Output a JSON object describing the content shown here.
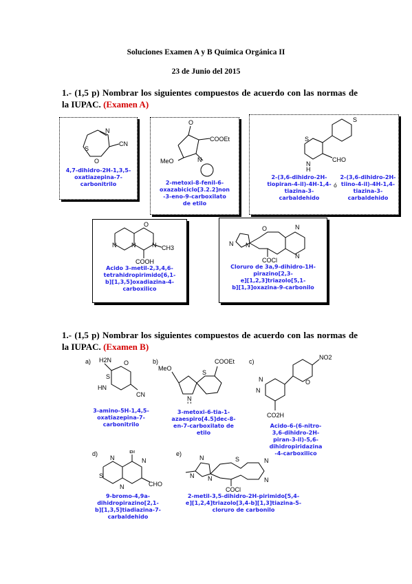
{
  "header": {
    "title": "Soluciones Examen A y B Química Orgánica II",
    "date": "23 de Junio del 2015"
  },
  "question_a": {
    "prefix": "1.- (1,5 p) Nombrar los siguientes compuestos de acuerdo con las normas de la IUPAC.",
    "tag": "(Examen A)"
  },
  "question_b": {
    "prefix": "1.- (1,5 p) Nombrar los siguientes compuestos de acuerdo con las normas de la IUPAC.",
    "tag": "(Examen B)"
  },
  "exam_a": {
    "c1": [
      "4,7-dihidro-2H-1,3,5-",
      "oxatiazepina-7-",
      "carbonitrilo"
    ],
    "c2": [
      "2-metoxi-8-fenil-6-",
      "oxazabiciclo[3.2.2]non",
      "-3-eno-9-carboxilato",
      "de etilo"
    ],
    "c3a": [
      "2-(3,6-dihidro-2H-",
      "tiopiran-4-il)-4H-1,4-",
      "tiazina-3-",
      "carbaldehido"
    ],
    "c3_or": "ó",
    "c3b": [
      "2-(3,6-dihidro-2H-",
      "tiino-4-il)-4H-1,4-",
      "tiazina-3-",
      "carbaldehido"
    ],
    "c4": [
      "Acido 3-metil-2,3,4,6-",
      "tetrahidropirimido[6,1-",
      "b][1,3,5]oxadiazina-4-",
      "carboxilico"
    ],
    "c5": [
      "Cloruro de 3a,9-dihidro-1H-",
      "pirazino[2,3-",
      "e][1,2,3]triazolo[5,1-",
      "b][1,3]oxazina-9-carbonilo"
    ]
  },
  "exam_b": {
    "letters": [
      "a)",
      "b)",
      "c)",
      "d)",
      "e)"
    ],
    "a": [
      "3-amino-5H-1,4,5-",
      "oxatiazepina-7-",
      "carbonitrilo"
    ],
    "b": [
      "3-metoxi-6-tia-1-",
      "azaespiro[4.5]dec-8-",
      "en-7-carboxilato de",
      "etilo"
    ],
    "c": [
      "Acido-6-(6-nitro-",
      "3,6-dihidro-2H-",
      "piran-3-il)-5,6-",
      "dihidropiridazina",
      "-4-carboxilico"
    ],
    "d": [
      "9-bromo-4,9a-",
      "dihidropirazino[2,1-",
      "b][1,3,5]tiadiazina-7-",
      "carbaldehido"
    ],
    "e": [
      "2-metil-3,5-dihidro-2H-pirimido[5,4-",
      "e][1,2,4]triazolo[3,4-b][1,3]tiazina-5-",
      "cloruro de carbonilo"
    ]
  },
  "atoms": {
    "S": "S",
    "O": "O",
    "N": "N",
    "NH": "NH",
    "HN": "HN",
    "H": "H",
    "CN": "CN",
    "COOEt": "COOEt",
    "MeO": "MeO",
    "CHO": "CHO",
    "COOH": "COOH",
    "CH3": "CH3",
    "COCl": "COCl",
    "H2N": "H2N",
    "CO2H": "CO2H",
    "NO2": "NO2",
    "Br": "Br"
  }
}
